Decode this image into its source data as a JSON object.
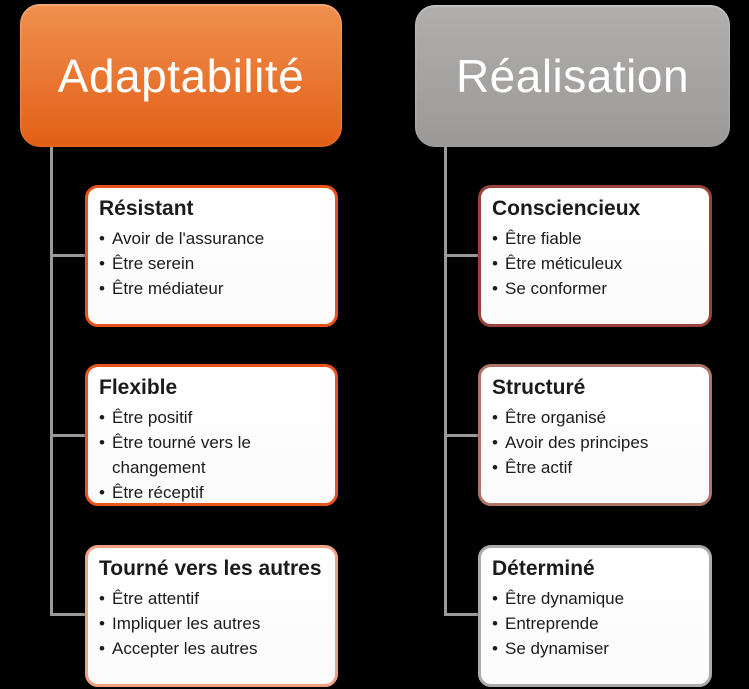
{
  "canvas": {
    "background": "#000000",
    "text_color": "#1b1b1b"
  },
  "connector_color": "#9a9a9a",
  "columns": [
    {
      "id": "adaptabilite",
      "header": {
        "label": "Adaptabilité",
        "color_top": "#f0904f",
        "color_bottom": "#e25f17",
        "text_color": "#ffffff"
      },
      "boxes": [
        {
          "title": "Résistant",
          "border": "#e8531d",
          "bullets": [
            "Avoir de l'assurance",
            "Être serein",
            "Être médiateur"
          ]
        },
        {
          "title": "Flexible",
          "border": "#e8541e",
          "bullets": [
            "Être positif",
            "Être tourné vers le changement",
            "Être réceptif"
          ]
        },
        {
          "title": "Tourné vers les autres",
          "border": "#efa183",
          "bullets": [
            "Être attentif",
            "Impliquer les autres",
            "Accepter les autres"
          ]
        }
      ]
    },
    {
      "id": "realisation",
      "header": {
        "label": "Réalisation",
        "color_top": "#b0afae",
        "color_bottom": "#9a9998",
        "text_color": "#ffffff"
      },
      "boxes": [
        {
          "title": "Consciencieux",
          "border": "#99423a",
          "bullets": [
            "Être fiable",
            "Être méticuleux",
            "Se conformer"
          ]
        },
        {
          "title": "Structuré",
          "border": "#ad7468",
          "bullets": [
            "Être organisé",
            "Avoir des principes",
            "Être actif"
          ]
        },
        {
          "title": "Déterminé",
          "border": "#ababab",
          "bullets": [
            "Être dynamique",
            "Entreprende",
            "Se dynamiser"
          ]
        }
      ]
    }
  ]
}
